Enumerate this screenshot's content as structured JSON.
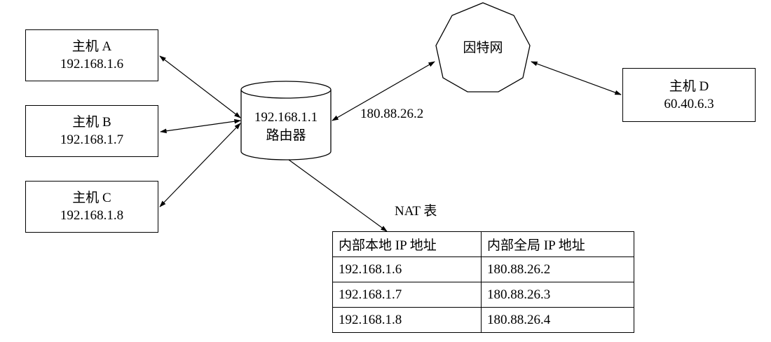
{
  "hosts": {
    "a": {
      "name": "主机 A",
      "ip": "192.168.1.6"
    },
    "b": {
      "name": "主机 B",
      "ip": "192.168.1.7"
    },
    "c": {
      "name": "主机 C",
      "ip": "192.168.1.8"
    },
    "d": {
      "name": "主机 D",
      "ip": "60.40.6.3"
    }
  },
  "router": {
    "ip": "192.168.1.1",
    "label": "路由器"
  },
  "internet": {
    "label": "因特网"
  },
  "public_ip": "180.88.26.2",
  "nat_table": {
    "title": "NAT 表",
    "headers": [
      "内部本地 IP 地址",
      "内部全局 IP 地址"
    ],
    "rows": [
      [
        "192.168.1.6",
        "180.88.26.2"
      ],
      [
        "192.168.1.7",
        "180.88.26.3"
      ],
      [
        "192.168.1.8",
        "180.88.26.4"
      ]
    ]
  }
}
